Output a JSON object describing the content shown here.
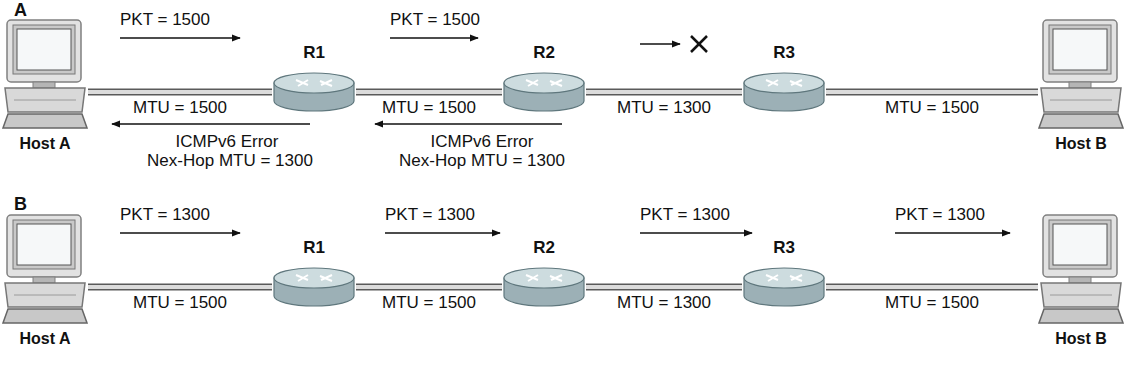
{
  "diagram": {
    "nodes": [
      {
        "text": [
          "Host A"
        ]
      },
      {
        "text": [
          "R1"
        ]
      },
      {
        "text": [
          "R2"
        ]
      },
      {
        "text": [
          "R3"
        ]
      },
      {
        "text": [
          "Host B"
        ]
      },
      {
        "text": [
          "Host A"
        ]
      },
      {
        "text": [
          "R1"
        ]
      },
      {
        "text": [
          "R2"
        ]
      },
      {
        "text": [
          "R3"
        ]
      },
      {
        "text": [
          "Host B"
        ]
      }
    ],
    "edges": [
      {
        "from": 0,
        "to": 1,
        "arrow": "none",
        "label": "MTU = 1500"
      },
      {
        "from": 1,
        "to": 2,
        "arrow": "none",
        "label": "MTU = 1500"
      },
      {
        "from": 2,
        "to": 3,
        "arrow": "none",
        "label": "MTU = 1300"
      },
      {
        "from": 3,
        "to": 4,
        "arrow": "none",
        "label": "MTU = 1500"
      },
      {
        "from": 5,
        "to": 6,
        "arrow": "none",
        "label": "MTU = 1500"
      },
      {
        "from": 6,
        "to": 7,
        "arrow": "none",
        "label": "MTU = 1500"
      },
      {
        "from": 7,
        "to": 8,
        "arrow": "none",
        "label": "MTU = 1300"
      },
      {
        "from": 8,
        "to": 9,
        "arrow": "none",
        "label": "MTU = 1500"
      }
    ],
    "labels": [
      "A",
      "PKT = 1500",
      "PKT = 1500",
      "ICMPv6 Error",
      "Nex-Hop MTU = 1300",
      "ICMPv6 Error",
      "Nex-Hop MTU = 1300",
      "B",
      "PKT = 1300",
      "PKT = 1300",
      "PKT = 1300",
      "PKT = 1300"
    ]
  }
}
